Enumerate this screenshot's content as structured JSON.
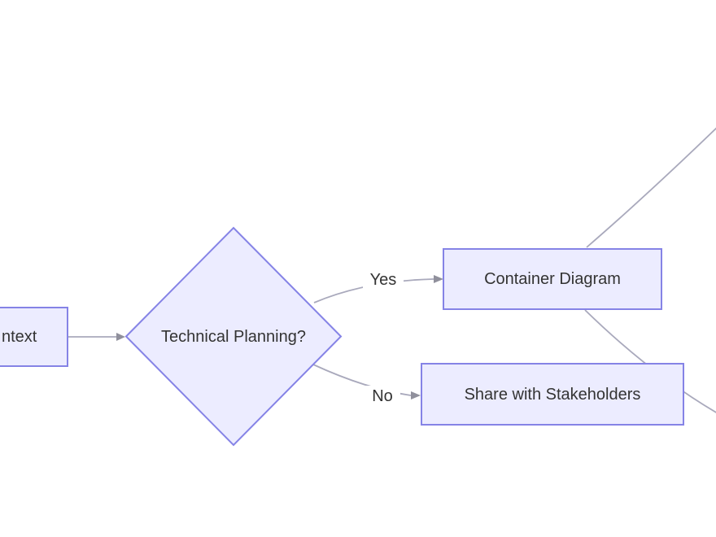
{
  "diagram": {
    "type": "flowchart",
    "nodes": {
      "context": {
        "label": "ntext",
        "shape": "rectangle",
        "clipped": "left edge of screen"
      },
      "decision": {
        "label": "Technical Planning?",
        "shape": "diamond"
      },
      "container": {
        "label": "Container Diagram",
        "shape": "rectangle"
      },
      "share": {
        "label": "Share with Stakeholders",
        "shape": "rectangle"
      }
    },
    "edges": {
      "context_to_decision": {
        "label": ""
      },
      "decision_to_container": {
        "label": "Yes"
      },
      "decision_to_share": {
        "label": "No"
      },
      "container_to_offscreen_top": {
        "label": ""
      },
      "container_to_offscreen_bottom": {
        "label": ""
      }
    }
  },
  "colors": {
    "node_fill": "#ECECFF",
    "node_border": "#8583e6",
    "edge": "#a9a9bc",
    "arrow_head": "#90909c",
    "text": "#333333",
    "background": "#ffffff"
  }
}
